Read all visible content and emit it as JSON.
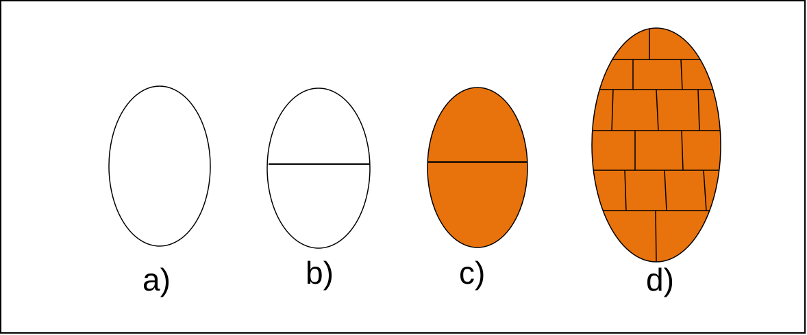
{
  "diagram": {
    "panels": [
      {
        "id": "a",
        "label": "a)",
        "filled": false,
        "divided": false,
        "cells": false
      },
      {
        "id": "b",
        "label": "b)",
        "filled": false,
        "divided": true,
        "cells": false
      },
      {
        "id": "c",
        "label": "c)",
        "filled": true,
        "divided": true,
        "cells": false
      },
      {
        "id": "d",
        "label": "d)",
        "filled": true,
        "divided": true,
        "cells": true
      }
    ],
    "colors": {
      "fill": "#e8720c",
      "stroke": "#000000",
      "background": "#ffffff",
      "frame": "#000000"
    }
  }
}
